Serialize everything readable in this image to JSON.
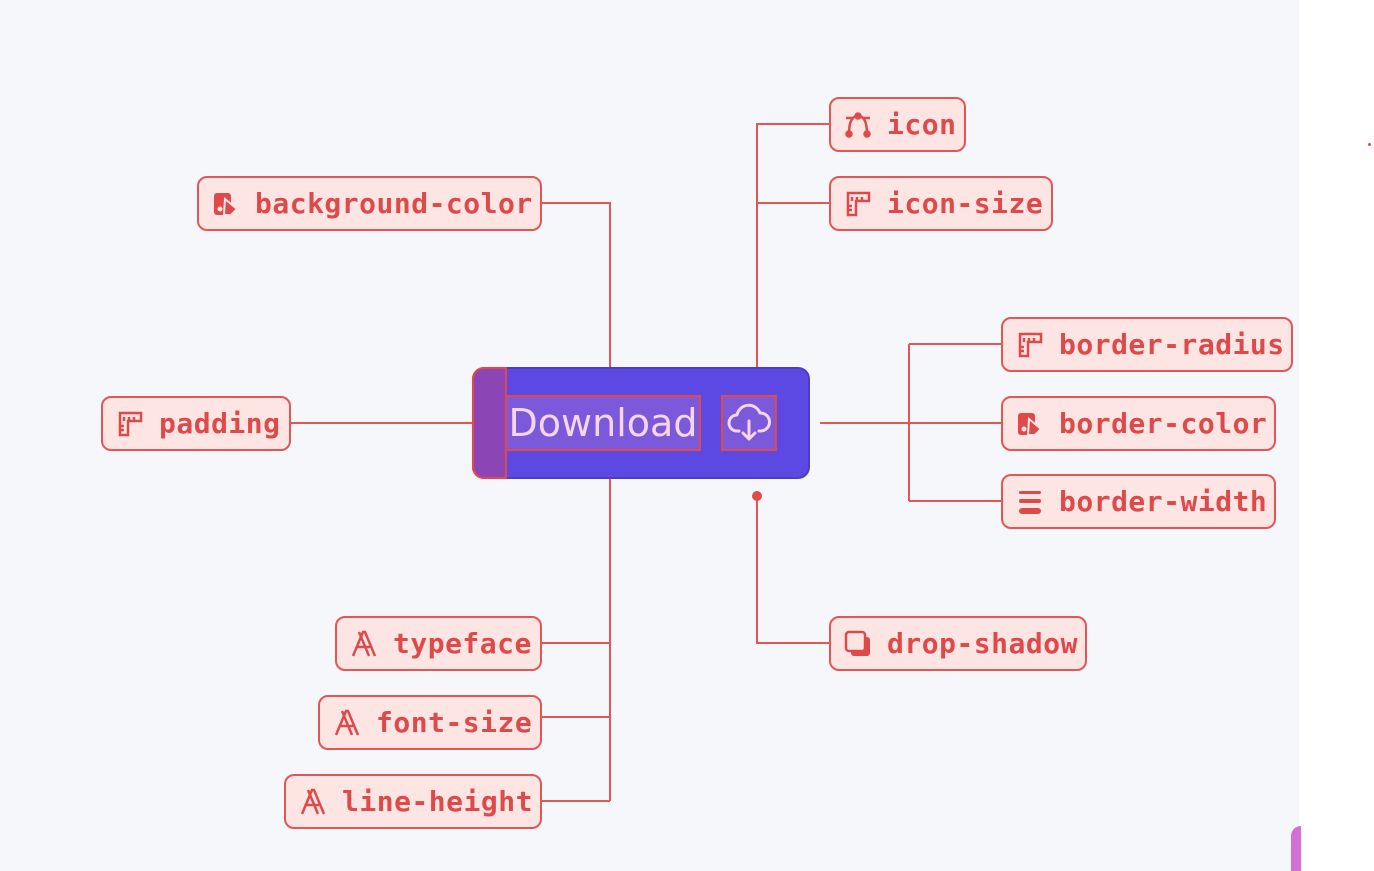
{
  "button": {
    "label": "Download",
    "icon": "cloud-download-icon",
    "fill_color": "#5c49e3"
  },
  "labels": [
    {
      "id": "background-color",
      "text": "background-color",
      "icon": "paint-swatch-icon"
    },
    {
      "id": "padding",
      "text": "padding",
      "icon": "ruler-icon"
    },
    {
      "id": "typeface",
      "text": "typeface",
      "icon": "type-icon"
    },
    {
      "id": "font-size",
      "text": "font-size",
      "icon": "type-icon"
    },
    {
      "id": "line-height",
      "text": "line-height",
      "icon": "type-icon"
    },
    {
      "id": "icon",
      "text": "icon",
      "icon": "bezier-icon"
    },
    {
      "id": "icon-size",
      "text": "icon-size",
      "icon": "ruler-icon"
    },
    {
      "id": "border-radius",
      "text": "border-radius",
      "icon": "ruler-icon"
    },
    {
      "id": "border-color",
      "text": "border-color",
      "icon": "paint-swatch-icon"
    },
    {
      "id": "border-width",
      "text": "border-width",
      "icon": "lines-icon"
    },
    {
      "id": "drop-shadow",
      "text": "drop-shadow",
      "icon": "shadow-square-icon"
    }
  ],
  "colors": {
    "annotation": "#e25656",
    "annotation_fill": "#fde5e4",
    "background": "#f6f7fb"
  }
}
